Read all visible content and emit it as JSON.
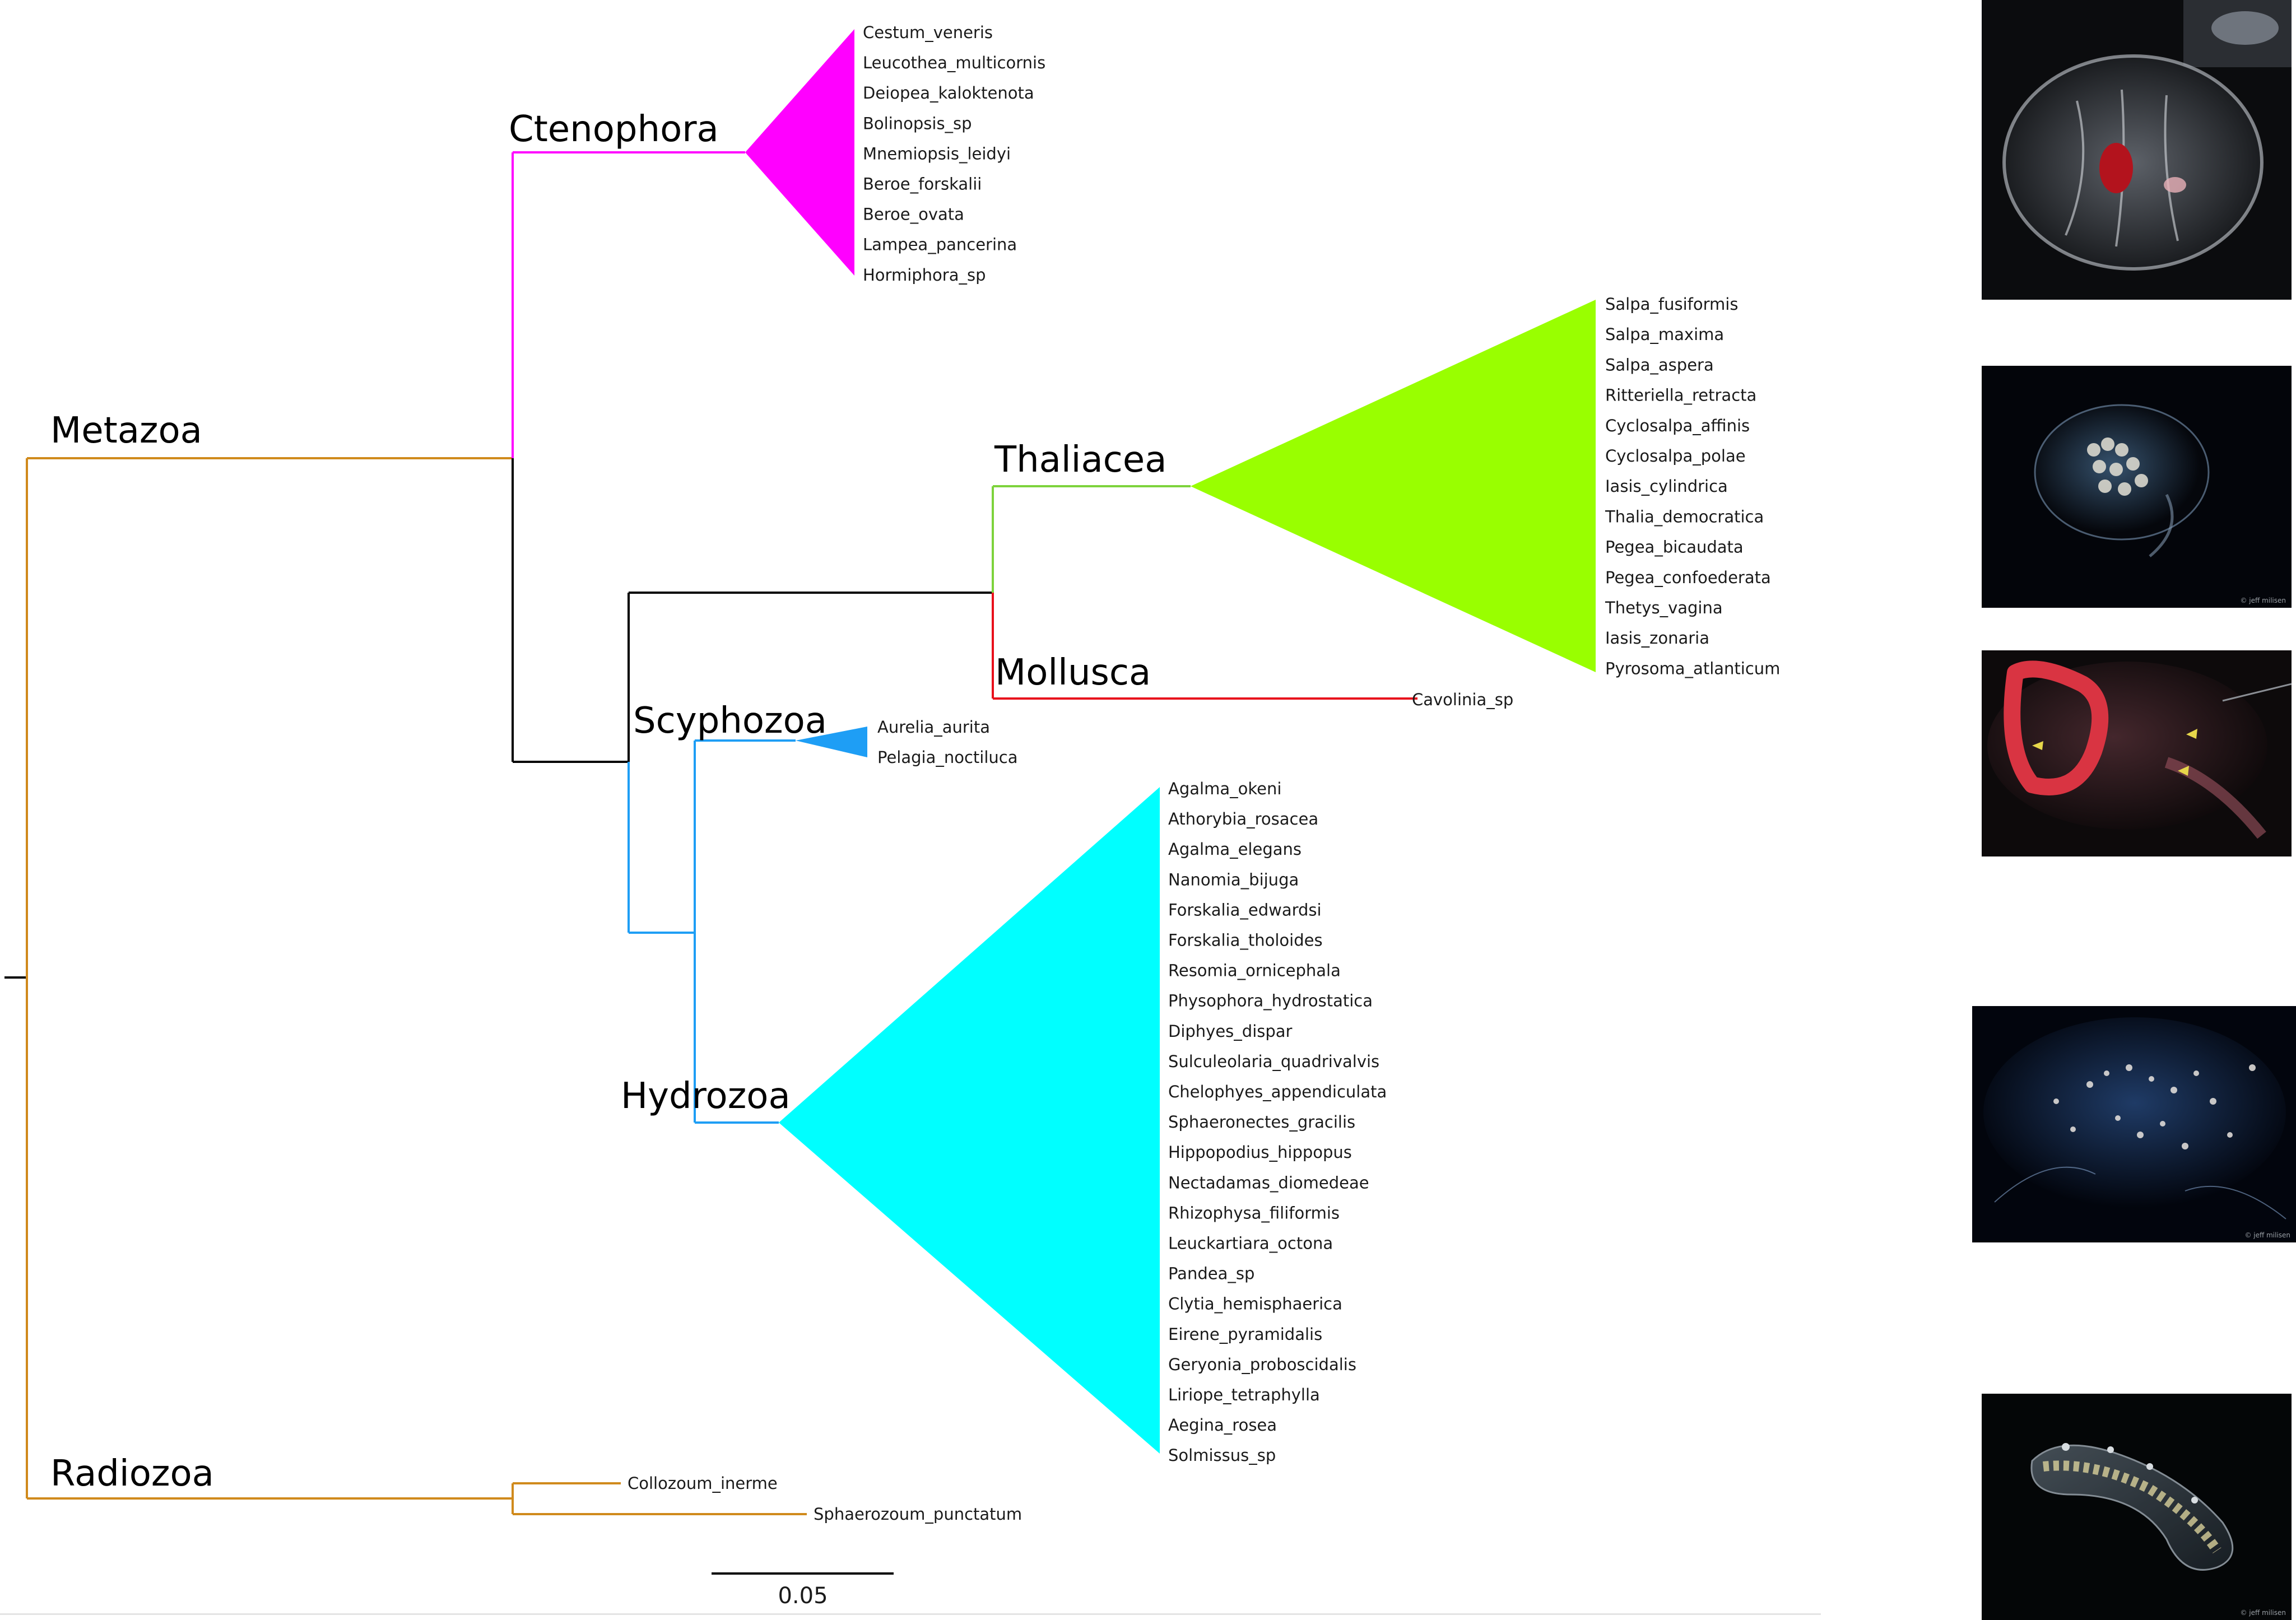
{
  "clades": {
    "metazoa": "Metazoa",
    "ctenophora": "Ctenophora",
    "thaliacea": "Thaliacea",
    "mollusca": "Mollusca",
    "scyphozoa": "Scyphozoa",
    "hydrozoa": "Hydrozoa",
    "radiozoa": "Radiozoa"
  },
  "taxa": {
    "ctenophora": [
      "Cestum_veneris",
      "Leucothea_multicornis",
      "Deiopea_kaloktenota",
      "Bolinopsis_sp",
      "Mnemiopsis_leidyi",
      "Beroe_forskalii",
      "Beroe_ovata",
      "Lampea_pancerina",
      "Hormiphora_sp"
    ],
    "thaliacea": [
      "Salpa_fusiformis",
      "Salpa_maxima",
      "Salpa_aspera",
      "Ritteriella_retracta",
      "Cyclosalpa_affinis",
      "Cyclosalpa_polae",
      "Iasis_cylindrica",
      "Thalia_democratica",
      "Pegea_bicaudata",
      "Pegea_confoederata",
      "Thetys_vagina",
      "Iasis_zonaria",
      "Pyrosoma_atlanticum"
    ],
    "mollusca": [
      "Cavolinia_sp"
    ],
    "scyphozoa": [
      "Aurelia_aurita",
      "Pelagia_noctiluca"
    ],
    "hydrozoa": [
      "Agalma_okeni",
      "Athorybia_rosacea",
      "Agalma_elegans",
      "Nanomia_bijuga",
      "Forskalia_edwardsi",
      "Forskalia_tholoides",
      "Resomia_ornicephala",
      "Physophora_hydrostatica",
      "Diphyes_dispar",
      "Sulculeolaria_quadrivalvis",
      "Chelophyes_appendiculata",
      "Sphaeronectes_gracilis",
      "Hippopodius_hippopus",
      "Nectadamas_diomedeae",
      "Rhizophysa_filiformis",
      "Leuckartiara_octona",
      "Pandea_sp",
      "Clytia_hemisphaerica",
      "Eirene_pyramidalis",
      "Geryonia_proboscidalis",
      "Liriope_tetraphylla",
      "Aegina_rosea",
      "Solmissus_sp"
    ],
    "radiozoa": [
      "Collozoum_inerme",
      "Sphaerozoum_punctatum"
    ]
  },
  "scale_bar": {
    "label": "0.05"
  },
  "colors": {
    "metazoa": "#d08a1c",
    "radiozoa": "#d08a1c",
    "ctenophora": "#ff00ff",
    "thaliacea": "#99ff00",
    "mollusca": "#e8101c",
    "scyphozoa": "#1e9ef5",
    "hydrozoa": "#00ffff",
    "internal": "#000000"
  },
  "photos": [
    {
      "subject": "comb-jelly-photo"
    },
    {
      "subject": "salp-photo"
    },
    {
      "subject": "scyphozoan-jellyfish-photo"
    },
    {
      "subject": "siphonophore-photo"
    },
    {
      "subject": "pyrosome-photo"
    }
  ],
  "photo_credit": "© jeff milisen"
}
